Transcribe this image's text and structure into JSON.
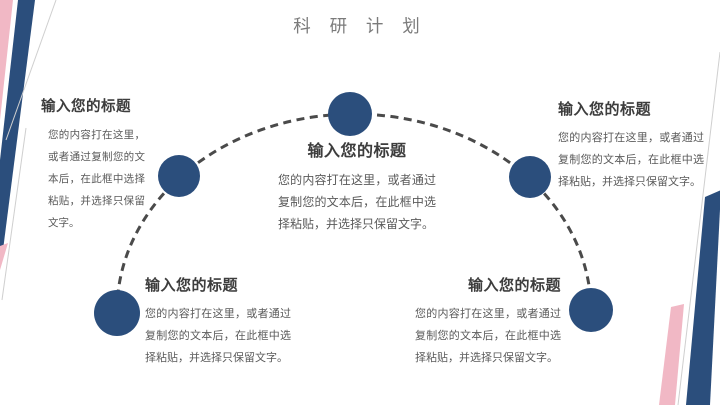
{
  "slide": {
    "title": "科 研 计 划"
  },
  "colors": {
    "accent_blue": "#2b4e7c",
    "accent_pink": "#f1b8c5",
    "dash_gray": "#4a4a4a",
    "title_gray": "#7b7b7b",
    "heading_dark": "#3d3d3d",
    "body_gray": "#5a5a5a",
    "line_light": "#cfcfcf"
  },
  "items": [
    {
      "title": "输入您的标题",
      "body": "您的内容打在这里，或者通过复制您的文本后，在此框中选择粘贴，并选择只保留文字。"
    },
    {
      "title": "输入您的标题",
      "body": "您的内容打在这里，或者通过复制您的文本后，在此框中选择粘贴，并选择只保留文字。"
    },
    {
      "title": "输入您的标题",
      "body": "您的内容打在这里，或者通过复制您的文本后，在此框中选择粘贴，并选择只保留文字。"
    },
    {
      "title": "输入您的标题",
      "body": "您的内容打在这里，或者通过复制您的文本后，在此框中选择粘贴，并选择只保留文字。"
    },
    {
      "title": "输入您的标题",
      "body": "您的内容打在这里，或者通过复制您的文本后，在此框中选择粘贴，并选择只保留文字。"
    }
  ]
}
